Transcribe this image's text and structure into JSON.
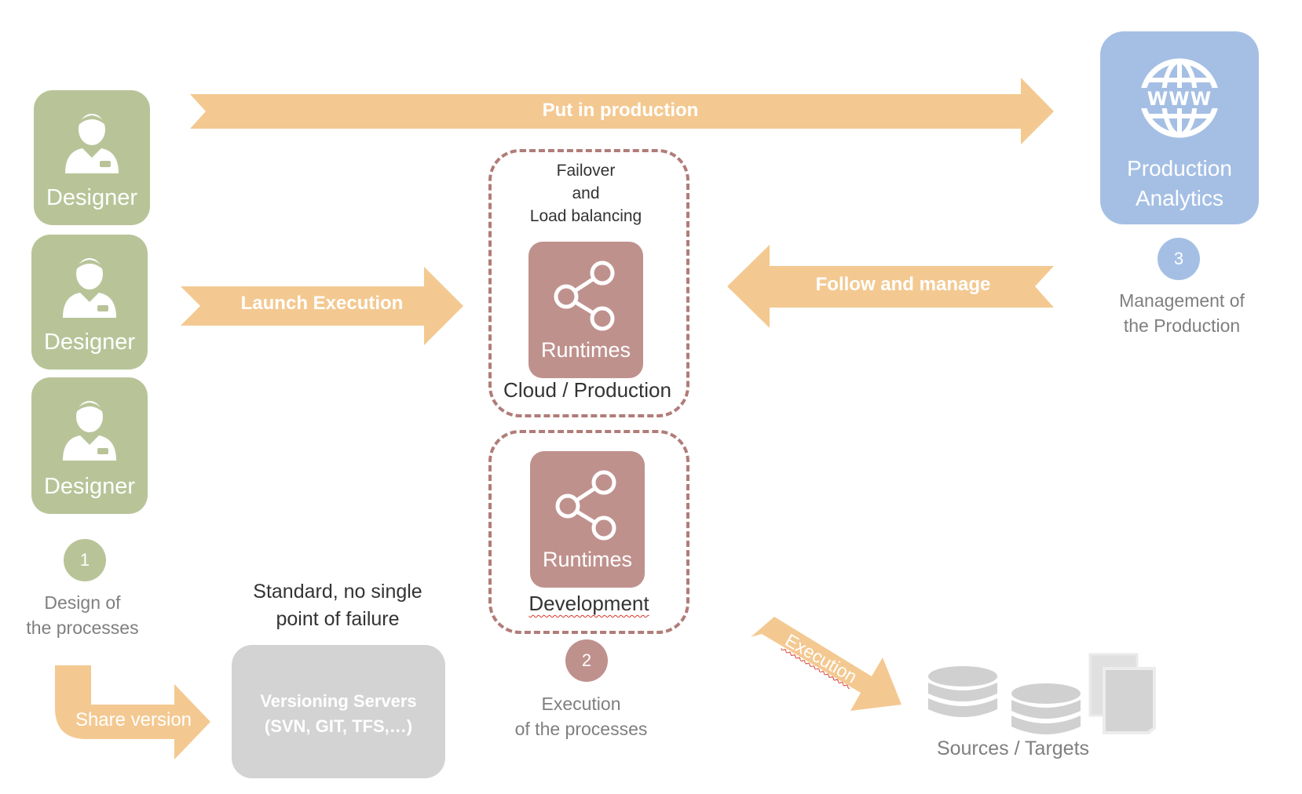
{
  "designers": [
    {
      "label": "Designer"
    },
    {
      "label": "Designer"
    },
    {
      "label": "Designer"
    }
  ],
  "steps": {
    "design": {
      "number": "1",
      "line1": "Design of",
      "line2": "the processes"
    },
    "execution": {
      "number": "2",
      "line1": "Execution",
      "line2": "of the processes"
    },
    "management": {
      "number": "3",
      "line1": "Management of",
      "line2": "the Production"
    }
  },
  "arrows": {
    "put_in_production": "Put in production",
    "launch_execution": "Launch Execution",
    "follow_and_manage": "Follow and manage",
    "share_version": "Share version",
    "execution": "Execution"
  },
  "cloud": {
    "failover_line1": "Failover",
    "failover_line2": "and",
    "failover_line3": "Load balancing",
    "runtime_label": "Runtimes",
    "caption": "Cloud / Production"
  },
  "development": {
    "runtime_label": "Runtimes",
    "caption": "Development"
  },
  "production_analytics": {
    "line1": "Production",
    "line2": "Analytics",
    "icon": "www-globe-icon"
  },
  "versioning": {
    "note_line1": "Standard, no single",
    "note_line2": "point of failure",
    "title_line1": "Versioning Servers",
    "title_line2": "(SVN, GIT, TFS,…)"
  },
  "sources": {
    "caption": "Sources / Targets"
  },
  "colors": {
    "designer_green": "#b8c498",
    "arrow_orange": "#f3c991",
    "runtime_rose": "#bf918d",
    "production_blue": "#a5bfe4",
    "versioning_gray": "#d3d3d3"
  }
}
